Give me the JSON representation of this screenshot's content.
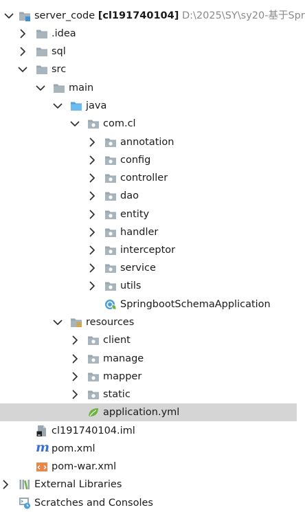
{
  "tree": {
    "root": {
      "name": "server_code",
      "module": "[cl191740104]",
      "path": "D:\\2025\\SY\\sy20-基于Spr"
    },
    "items": {
      "idea": ".idea",
      "sql": "sql",
      "src": "src",
      "main": "main",
      "java": "java",
      "com_cl": "com.cl",
      "annotation": "annotation",
      "config": "config",
      "controller": "controller",
      "dao": "dao",
      "entity": "entity",
      "handler": "handler",
      "interceptor": "interceptor",
      "service": "service",
      "utils": "utils",
      "app_class": "SpringbootSchemaApplication",
      "resources": "resources",
      "client": "client",
      "manage": "manage",
      "mapper": "mapper",
      "static": "static",
      "application_yml": "application.yml",
      "iml": "cl191740104.iml",
      "pom": "pom.xml",
      "pom_war": "pom-war.xml",
      "ext_libs": "External Libraries",
      "scratches": "Scratches and Consoles"
    },
    "selected": "application.yml"
  },
  "colors": {
    "folder": "#9aa7b0",
    "source_folder": "#5fb2e6",
    "selected_bg": "#d5d5d5",
    "spring_green": "#6db33f",
    "maven_blue": "#3b6fd6",
    "path_gray": "#8a8a8a"
  }
}
